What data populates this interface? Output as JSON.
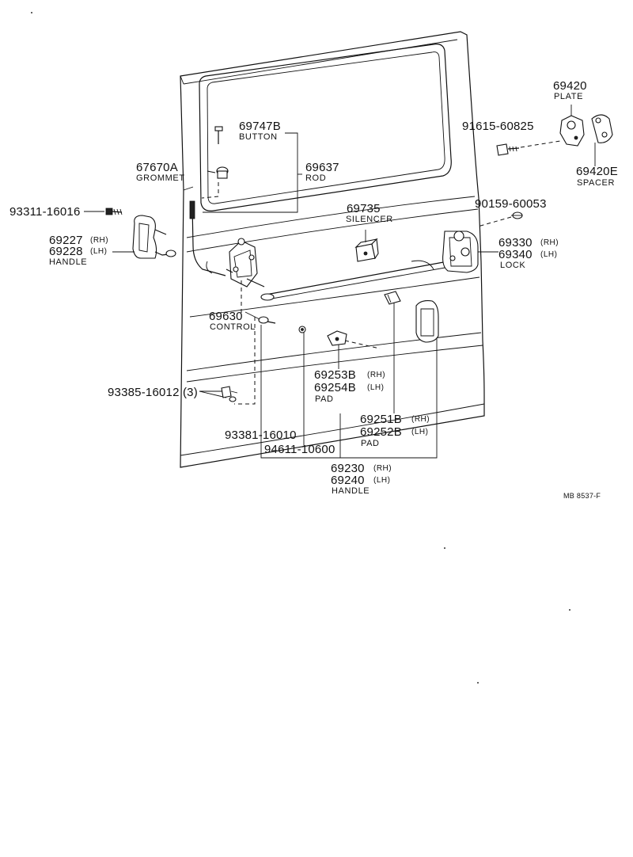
{
  "diagram": {
    "parts": [
      {
        "id": "p69747b",
        "number": "69747B",
        "name": "BUTTON"
      },
      {
        "id": "p67670a",
        "number": "67670A",
        "name": "GROMMET"
      },
      {
        "id": "p69637",
        "number": "69637",
        "name": "ROD"
      },
      {
        "id": "p93311",
        "number": "93311-16016"
      },
      {
        "id": "p69227",
        "number": "69227",
        "suffix": "(RH)"
      },
      {
        "id": "p69228",
        "number": "69228",
        "suffix": "(LH)",
        "name": "HANDLE"
      },
      {
        "id": "p69735",
        "number": "69735",
        "name": "SILENCER"
      },
      {
        "id": "p69420",
        "number": "69420",
        "name": "PLATE"
      },
      {
        "id": "p91615",
        "number": "91615-60825"
      },
      {
        "id": "p69420e",
        "number": "69420E",
        "name": "SPACER"
      },
      {
        "id": "p90159",
        "number": "90159-60053"
      },
      {
        "id": "p69330",
        "number": "69330",
        "suffix": "(RH)"
      },
      {
        "id": "p69340",
        "number": "69340",
        "suffix": "(LH)",
        "name": "LOCK"
      },
      {
        "id": "p69630",
        "number": "69630",
        "name": "CONTROL"
      },
      {
        "id": "p69253b",
        "number": "69253B",
        "suffix": "(RH)"
      },
      {
        "id": "p69254b",
        "number": "69254B",
        "suffix": "(LH)",
        "name": "PAD"
      },
      {
        "id": "p93385",
        "number": "93385-16012 (3)"
      },
      {
        "id": "p69251b",
        "number": "69251B",
        "suffix": "(RH)"
      },
      {
        "id": "p69252b",
        "number": "69252B",
        "suffix": "(LH)",
        "name": "PAD"
      },
      {
        "id": "p93381",
        "number": "93381-16010"
      },
      {
        "id": "p94611",
        "number": "94611-10600"
      },
      {
        "id": "p69230",
        "number": "69230",
        "suffix": "(RH)"
      },
      {
        "id": "p69240",
        "number": "69240",
        "suffix": "(LH)",
        "name": "HANDLE"
      }
    ],
    "reference_code": "MB 8537-F"
  }
}
